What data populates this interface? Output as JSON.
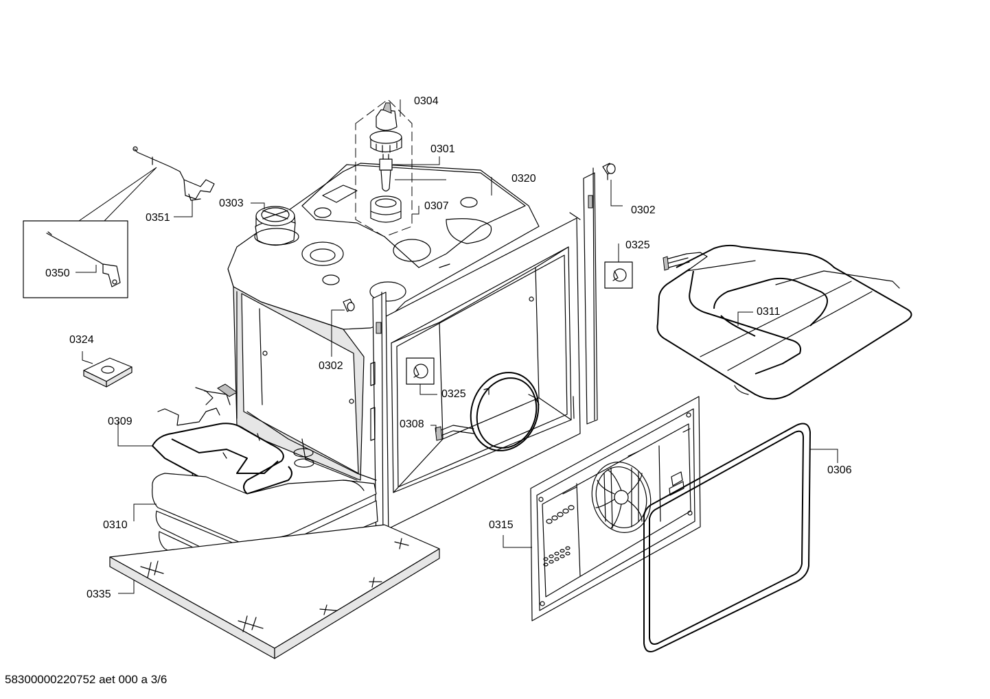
{
  "document_reference": "58300000220752 aet 000 a 3/6",
  "callouts": {
    "c0304": "0304",
    "c0301": "0301",
    "c0320": "0320",
    "c0302_top": "0302",
    "c0303": "0303",
    "c0307": "0307",
    "c0351": "0351",
    "c0350": "0350",
    "c0325_top": "0325",
    "c0311": "0311",
    "c0324": "0324",
    "c0302_mid": "0302",
    "c0325_mid": "0325",
    "c0309": "0309",
    "c0308": "0308",
    "c0306": "0306",
    "c0310": "0310",
    "c0315": "0315",
    "c0335": "0335"
  }
}
